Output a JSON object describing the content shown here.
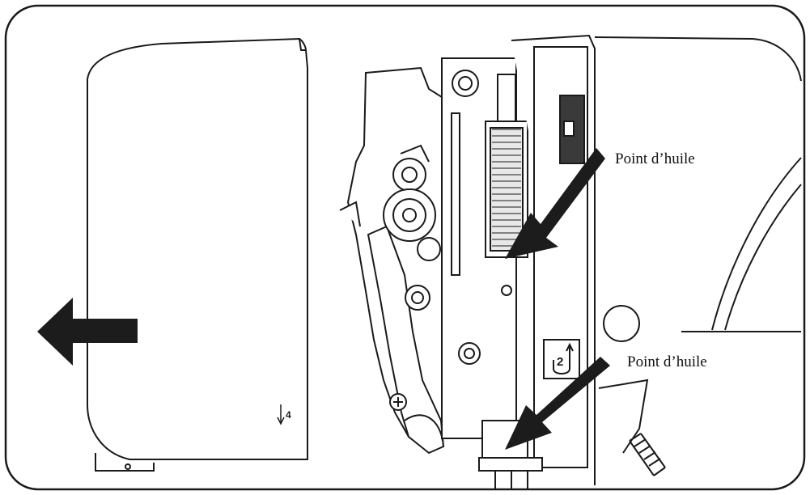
{
  "labels": {
    "oil_point_upper": "Point d’huile",
    "oil_point_lower": "Point d’huile"
  },
  "step_markers": {
    "cover_step": "4",
    "lever_step": "2"
  },
  "icons": {
    "direction_arrow": "arrow-left-icon",
    "pointer_arrow": "pointer-arrow-icon"
  },
  "colors": {
    "line": "#1a1a1a",
    "arrow": "#1c1c1c",
    "background": "#ffffff"
  }
}
